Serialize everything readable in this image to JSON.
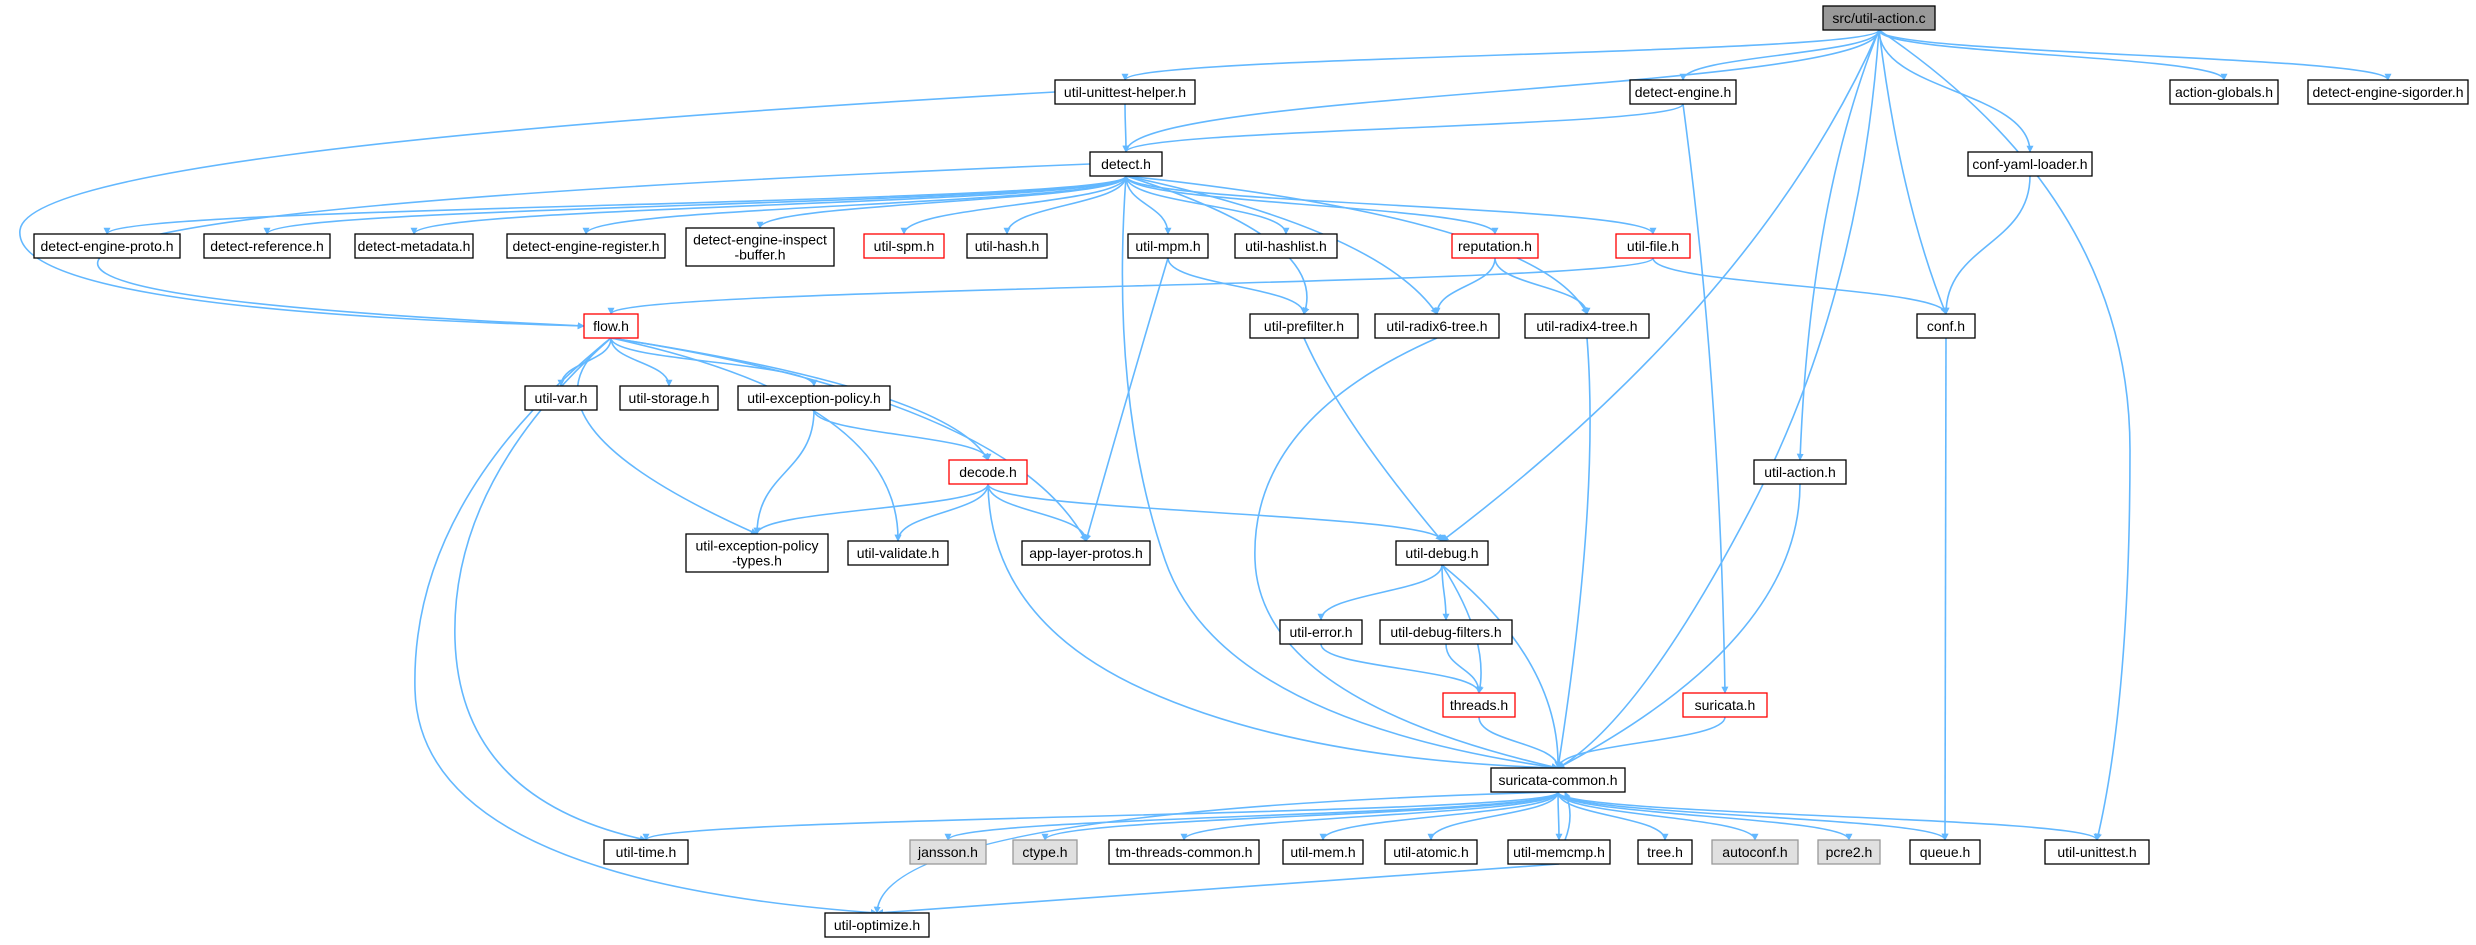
{
  "graph": {
    "colors": {
      "edge": "#63b8ff",
      "node_fill": "#ffffff",
      "node_border": "#000000",
      "root_fill": "#999999",
      "highlight_border": "#ff0000",
      "system_fill": "#e0e0e0",
      "system_border": "#999999"
    },
    "nodes": [
      {
        "id": "src-util-action-c",
        "label": "src/util-action.c",
        "style": "root"
      },
      {
        "id": "util-unittest-helper-h",
        "label": "util-unittest-helper.h",
        "style": "normal"
      },
      {
        "id": "detect-engine-h",
        "label": "detect-engine.h",
        "style": "normal"
      },
      {
        "id": "action-globals-h",
        "label": "action-globals.h",
        "style": "normal"
      },
      {
        "id": "detect-engine-sigorder-h",
        "label": "detect-engine-sigorder.h",
        "style": "normal"
      },
      {
        "id": "conf-yaml-loader-h",
        "label": "conf-yaml-loader.h",
        "style": "normal"
      },
      {
        "id": "detect-h",
        "label": "detect.h",
        "style": "normal"
      },
      {
        "id": "detect-engine-proto-h",
        "label": "detect-engine-proto.h",
        "style": "normal"
      },
      {
        "id": "detect-reference-h",
        "label": "detect-reference.h",
        "style": "normal"
      },
      {
        "id": "detect-metadata-h",
        "label": "detect-metadata.h",
        "style": "normal"
      },
      {
        "id": "detect-engine-register-h",
        "label": "detect-engine-register.h",
        "style": "normal"
      },
      {
        "id": "detect-engine-inspect-buffer-h",
        "label": "detect-engine-inspect\n-buffer.h",
        "style": "normal"
      },
      {
        "id": "util-spm-h",
        "label": "util-spm.h",
        "style": "highlight"
      },
      {
        "id": "util-hash-h",
        "label": "util-hash.h",
        "style": "normal"
      },
      {
        "id": "util-mpm-h",
        "label": "util-mpm.h",
        "style": "normal"
      },
      {
        "id": "util-hashlist-h",
        "label": "util-hashlist.h",
        "style": "normal"
      },
      {
        "id": "reputation-h",
        "label": "reputation.h",
        "style": "highlight"
      },
      {
        "id": "util-file-h",
        "label": "util-file.h",
        "style": "highlight"
      },
      {
        "id": "flow-h",
        "label": "flow.h",
        "style": "highlight"
      },
      {
        "id": "util-prefilter-h",
        "label": "util-prefilter.h",
        "style": "normal"
      },
      {
        "id": "util-radix6-tree-h",
        "label": "util-radix6-tree.h",
        "style": "normal"
      },
      {
        "id": "util-radix4-tree-h",
        "label": "util-radix4-tree.h",
        "style": "normal"
      },
      {
        "id": "conf-h",
        "label": "conf.h",
        "style": "normal"
      },
      {
        "id": "util-var-h",
        "label": "util-var.h",
        "style": "normal"
      },
      {
        "id": "util-storage-h",
        "label": "util-storage.h",
        "style": "normal"
      },
      {
        "id": "util-exception-policy-h",
        "label": "util-exception-policy.h",
        "style": "normal"
      },
      {
        "id": "decode-h",
        "label": "decode.h",
        "style": "highlight"
      },
      {
        "id": "util-action-h",
        "label": "util-action.h",
        "style": "normal"
      },
      {
        "id": "util-exception-policy-types-h",
        "label": "util-exception-policy\n-types.h",
        "style": "normal"
      },
      {
        "id": "util-validate-h",
        "label": "util-validate.h",
        "style": "normal"
      },
      {
        "id": "app-layer-protos-h",
        "label": "app-layer-protos.h",
        "style": "normal"
      },
      {
        "id": "util-debug-h",
        "label": "util-debug.h",
        "style": "normal"
      },
      {
        "id": "util-error-h",
        "label": "util-error.h",
        "style": "normal"
      },
      {
        "id": "util-debug-filters-h",
        "label": "util-debug-filters.h",
        "style": "normal"
      },
      {
        "id": "threads-h",
        "label": "threads.h",
        "style": "highlight"
      },
      {
        "id": "suricata-h",
        "label": "suricata.h",
        "style": "highlight"
      },
      {
        "id": "suricata-common-h",
        "label": "suricata-common.h",
        "style": "normal"
      },
      {
        "id": "util-time-h",
        "label": "util-time.h",
        "style": "normal"
      },
      {
        "id": "jansson-h",
        "label": "jansson.h",
        "style": "system"
      },
      {
        "id": "ctype-h",
        "label": "ctype.h",
        "style": "system"
      },
      {
        "id": "tm-threads-common-h",
        "label": "tm-threads-common.h",
        "style": "normal"
      },
      {
        "id": "util-mem-h",
        "label": "util-mem.h",
        "style": "normal"
      },
      {
        "id": "util-atomic-h",
        "label": "util-atomic.h",
        "style": "normal"
      },
      {
        "id": "util-memcmp-h",
        "label": "util-memcmp.h",
        "style": "normal"
      },
      {
        "id": "tree-h",
        "label": "tree.h",
        "style": "normal"
      },
      {
        "id": "autoconf-h",
        "label": "autoconf.h",
        "style": "system"
      },
      {
        "id": "pcre2-h",
        "label": "pcre2.h",
        "style": "system"
      },
      {
        "id": "queue-h",
        "label": "queue.h",
        "style": "normal"
      },
      {
        "id": "util-unittest-h",
        "label": "util-unittest.h",
        "style": "normal"
      },
      {
        "id": "util-optimize-h",
        "label": "util-optimize.h",
        "style": "normal"
      }
    ]
  }
}
